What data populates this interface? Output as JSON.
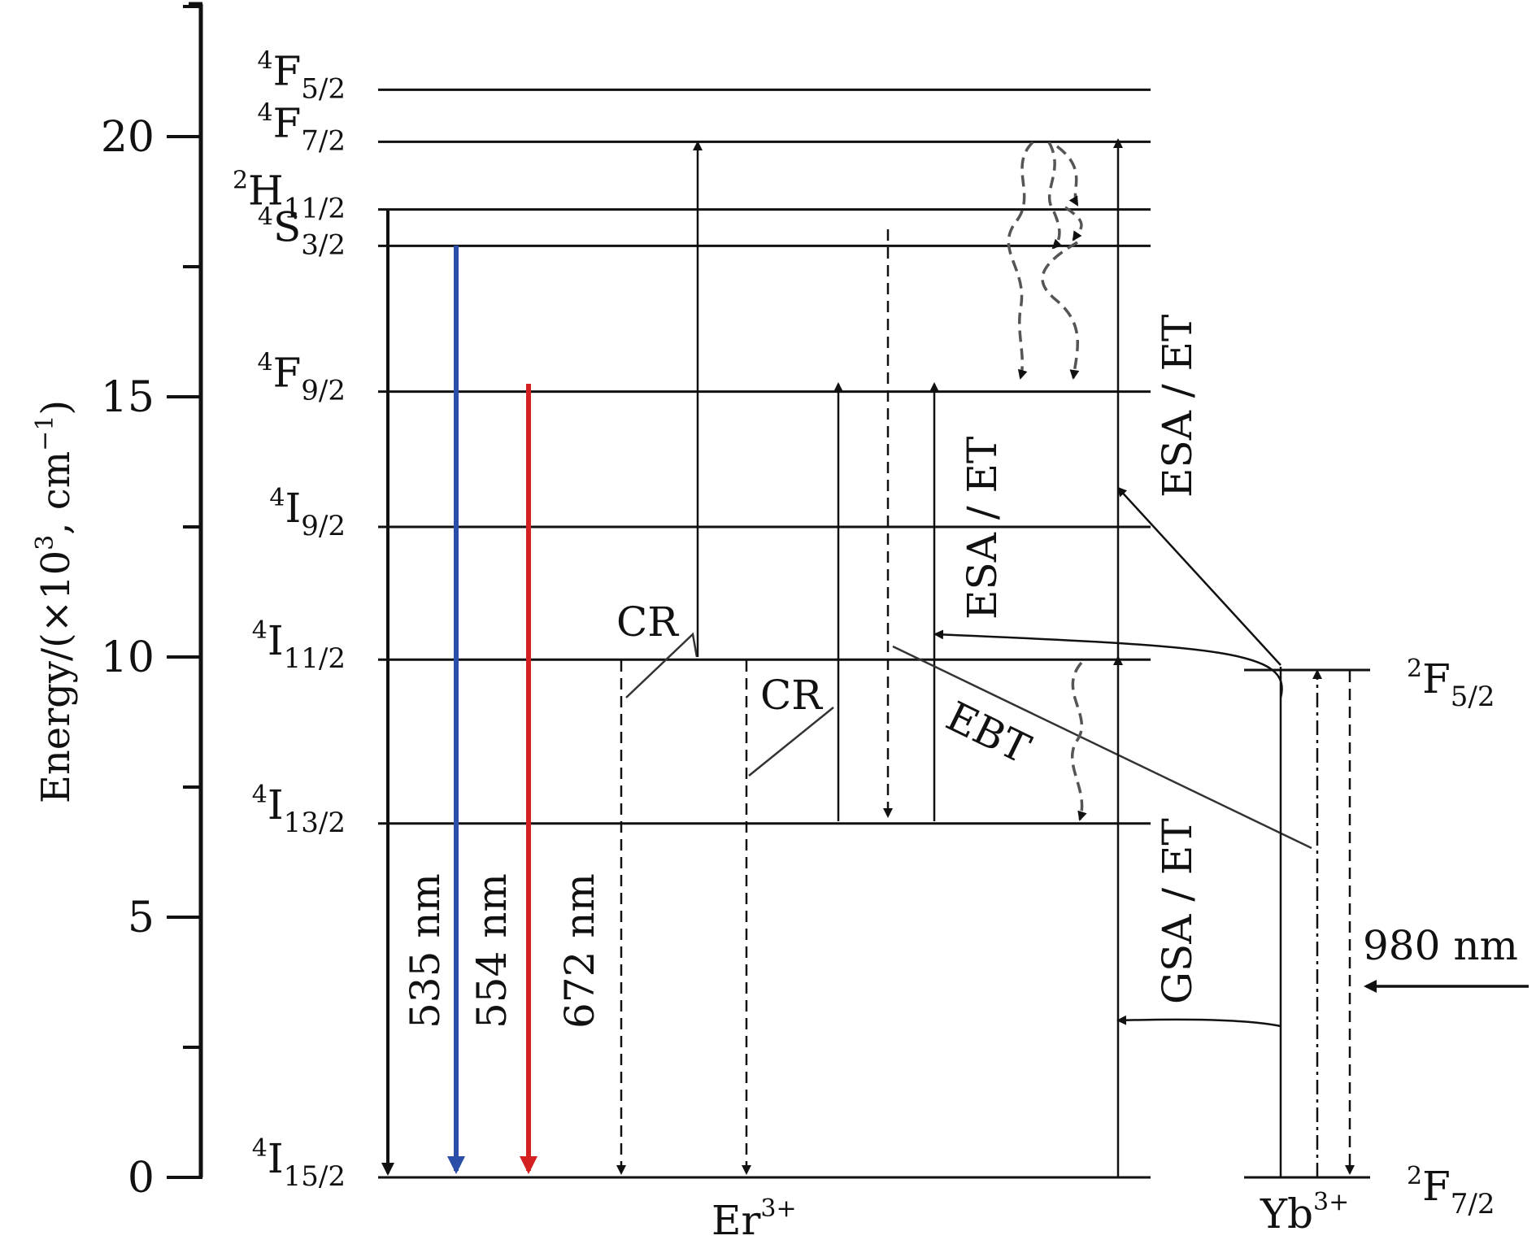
{
  "axis": {
    "title": "Energy/(×10³，cm⁻¹)",
    "title_main": "Energy/(×10",
    "title_exp": "3",
    "title_mid": ", cm",
    "title_exp2": "−1",
    "title_end": ")",
    "ticks": [
      "0",
      "5",
      "10",
      "15",
      "20"
    ],
    "tick_values": [
      0,
      5,
      10,
      15,
      20
    ],
    "minor_tick_values": [
      2.5,
      7.5,
      12.5,
      17.5,
      22.5
    ],
    "ylim": [
      0,
      22.5
    ]
  },
  "er_levels": [
    {
      "id": "4F52",
      "sup": "4",
      "base": "F",
      "sub": "5/2",
      "energy": 20.9
    },
    {
      "id": "4F72",
      "sup": "4",
      "base": "F",
      "sub": "7/2",
      "energy": 19.9
    },
    {
      "id": "2H112",
      "sup": "2",
      "base": "H",
      "sub": "11/2",
      "energy": 18.6
    },
    {
      "id": "4S32",
      "sup": "4",
      "base": "S",
      "sub": "3/2",
      "energy": 17.9
    },
    {
      "id": "4F92",
      "sup": "4",
      "base": "F",
      "sub": "9/2",
      "energy": 15.1
    },
    {
      "id": "4I92",
      "sup": "4",
      "base": "I",
      "sub": "9/2",
      "energy": 12.5
    },
    {
      "id": "4I112",
      "sup": "4",
      "base": "I",
      "sub": "11/2",
      "energy": 9.95
    },
    {
      "id": "4I132",
      "sup": "4",
      "base": "I",
      "sub": "13/2",
      "energy": 6.8
    },
    {
      "id": "4I152",
      "sup": "4",
      "base": "I",
      "sub": "15/2",
      "energy": 0
    }
  ],
  "yb_levels": [
    {
      "id": "2F52",
      "sup": "2",
      "base": "F",
      "sub": "5/2",
      "energy": 9.75
    },
    {
      "id": "2F72",
      "sup": "2",
      "base": "F",
      "sub": "7/2",
      "energy": 0
    }
  ],
  "ions": {
    "er": {
      "base": "Er",
      "sup": "3+"
    },
    "yb": {
      "base": "Yb",
      "sup": "3+"
    }
  },
  "emissions": [
    {
      "label": "535 nm",
      "color": "#111111"
    },
    {
      "label": "554 nm",
      "color": "#2b4ea8"
    },
    {
      "label": "672 nm",
      "color": "#d42020"
    }
  ],
  "transition_labels": {
    "cr1": "CR",
    "cr2": "CR",
    "ebt": "EBT",
    "esa_et_mid": "ESA / ET",
    "esa_et_right": "ESA / ET",
    "gsa_et": "GSA / ET",
    "excitation": "980 nm"
  },
  "colors": {
    "line": "#111111",
    "blue_emission": "#2b4ea8",
    "red_emission": "#d42020"
  }
}
